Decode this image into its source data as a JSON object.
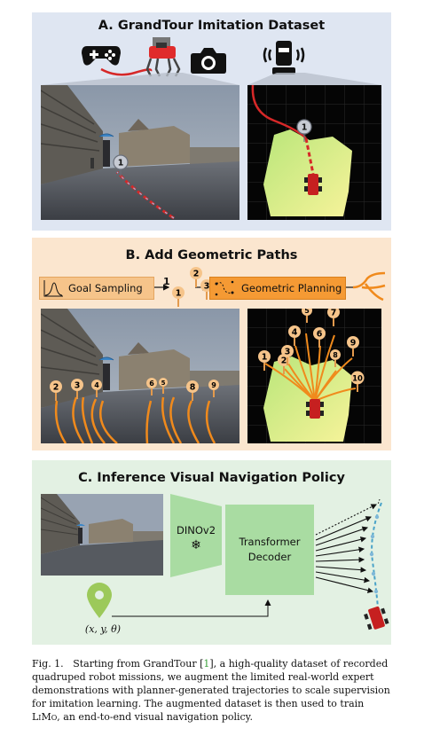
{
  "panel_a": {
    "title": "A. GrandTour Imitation Dataset",
    "icons": [
      "gamepad-icon",
      "quadruped-robot-icon",
      "camera-icon",
      "lidar-sensor-icon"
    ],
    "waypoint_label": "1"
  },
  "panel_b": {
    "title": "B. Add Geometric Paths",
    "goal_sampling_label": "Goal Sampling",
    "geometric_planning_label": "Geometric Planning",
    "flow_numbers": [
      "1",
      "2",
      "3"
    ],
    "photo_goals": [
      "2",
      "3",
      "4",
      "6",
      "5",
      "8",
      "9"
    ],
    "map_goals": [
      "1",
      "2",
      "3",
      "4",
      "5",
      "6",
      "7",
      "8",
      "9",
      "10"
    ]
  },
  "panel_c": {
    "title": "C. Inference Visual Navigation Policy",
    "encoder_label": "DINOv2",
    "snowflake": "❄",
    "decoder_label_line1": "Transformer",
    "decoder_label_line2": "Decoder",
    "goal_input_label": "(x, y, θ)"
  },
  "caption": {
    "fig_label": "Fig. 1.",
    "text_1": "Starting from GrandTour [",
    "ref": "1",
    "text_2": "], a high-quality dataset of recorded quadruped robot missions, we augment the limited real-world expert demonstrations with planner-generated trajectories to scale supervision for imitation learning. The augmented dataset is then used to train ",
    "model_name": "LiMo",
    "text_3": ", an end-to-end visual navigation policy."
  },
  "colors": {
    "panel_a_bg": "#dfe6f2",
    "panel_b_bg": "#fbe6cf",
    "panel_c_bg": "#e3f1e3",
    "path_orange": "#f08a1c",
    "expert_red": "#d62828",
    "decoder_green": "#a9dca2",
    "ref_green": "#3aa13a"
  }
}
